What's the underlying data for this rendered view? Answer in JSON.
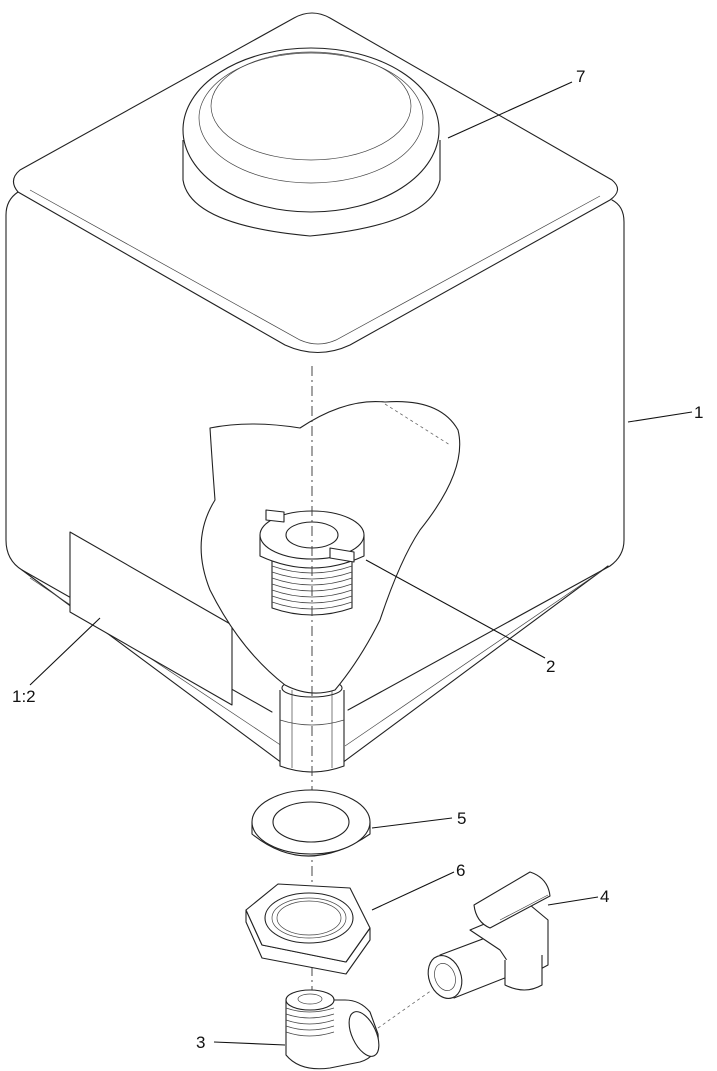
{
  "callouts": {
    "c1": "1",
    "c1_2": "1:2",
    "c2": "2",
    "c3": "3",
    "c4": "4",
    "c5": "5",
    "c6": "6",
    "c7": "7"
  }
}
